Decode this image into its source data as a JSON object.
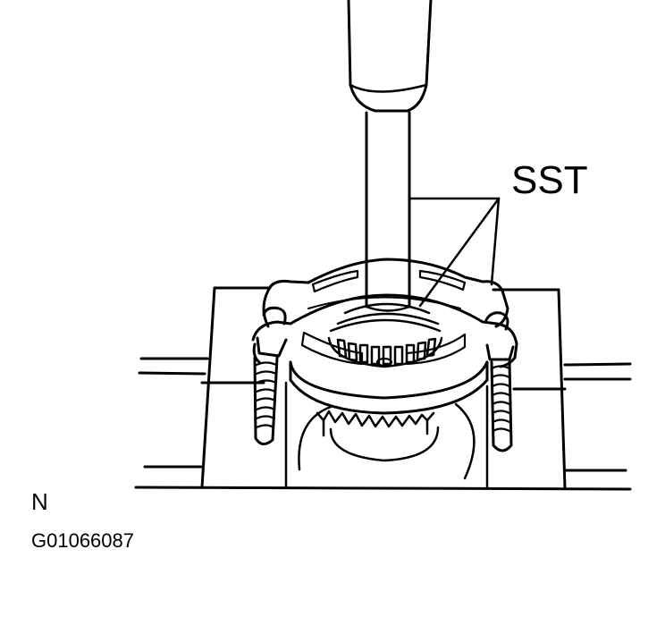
{
  "diagram": {
    "callout_label": "SST",
    "view_letter": "N",
    "figure_id": "G01066087",
    "description": "Press removing tapered roller bearing using special service tool (bearing splitter plate with two threaded studs) supported on press blocks",
    "line_color": "#000000",
    "background_color": "#ffffff",
    "callout_targets": [
      "press-ram-shaft",
      "bearing-splitter"
    ]
  }
}
